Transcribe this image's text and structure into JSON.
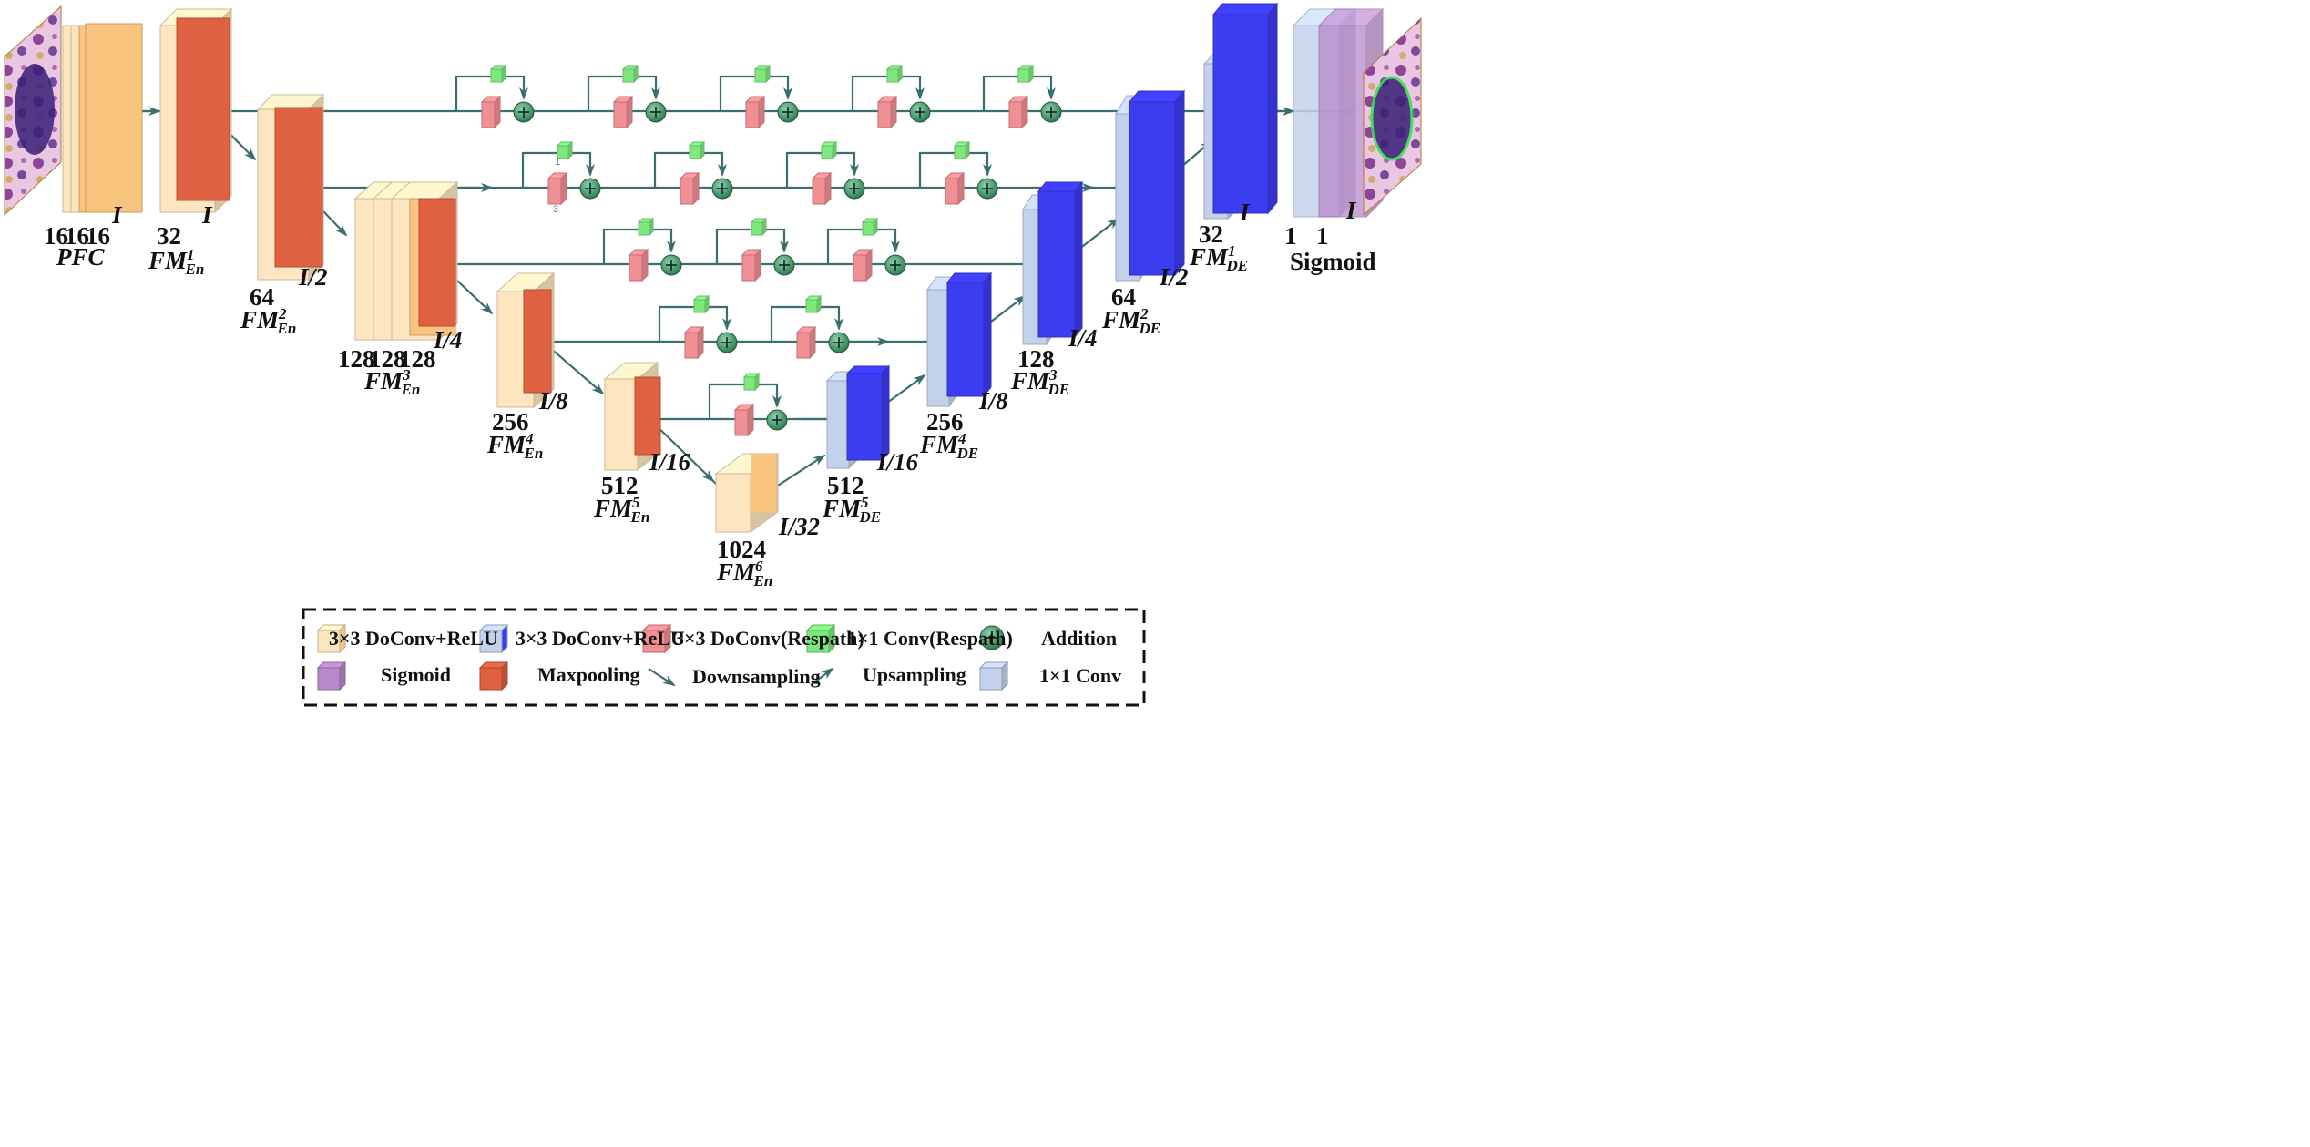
{
  "encoder": [
    {
      "channels": [
        "16",
        "16",
        "16"
      ],
      "fm": "PFC",
      "size": "I"
    },
    {
      "channels": [
        "32"
      ],
      "fm": "FM",
      "sup": "1",
      "sub": "En",
      "size": "I"
    },
    {
      "channels": [
        "64"
      ],
      "fm": "FM",
      "sup": "2",
      "sub": "En",
      "size": "I/2"
    },
    {
      "channels": [
        "128",
        "128",
        "128"
      ],
      "fm": "FM",
      "sup": "3",
      "sub": "En",
      "size": "I/4"
    },
    {
      "channels": [
        "256"
      ],
      "fm": "FM",
      "sup": "4",
      "sub": "En",
      "size": "I/8"
    },
    {
      "channels": [
        "512"
      ],
      "fm": "FM",
      "sup": "5",
      "sub": "En",
      "size": "I/16"
    },
    {
      "channels": [
        "1024"
      ],
      "fm": "FM",
      "sup": "6",
      "sub": "En",
      "size": "I/32"
    }
  ],
  "decoder": [
    {
      "channels": [
        "512"
      ],
      "fm": "FM",
      "sup": "5",
      "sub": "DE",
      "size": "I/16"
    },
    {
      "channels": [
        "256"
      ],
      "fm": "FM",
      "sup": "4",
      "sub": "DE",
      "size": "I/8"
    },
    {
      "channels": [
        "128"
      ],
      "fm": "FM",
      "sup": "3",
      "sub": "DE",
      "size": "I/4"
    },
    {
      "channels": [
        "64"
      ],
      "fm": "FM",
      "sup": "2",
      "sub": "DE",
      "size": "I/2"
    },
    {
      "channels": [
        "32"
      ],
      "fm": "FM",
      "sup": "1",
      "sub": "DE",
      "size": "I"
    }
  ],
  "output": {
    "channels": [
      "1",
      "1"
    ],
    "size": "I",
    "label": "Sigmoid"
  },
  "respath_marks": {
    "top": "1",
    "bottom": "3"
  },
  "legend": [
    {
      "icon": "encoder-block",
      "label": "3×3 DoConv+ReLU"
    },
    {
      "icon": "decoder-block",
      "label": "3×3 DoConv+ReLU"
    },
    {
      "icon": "respath-conv",
      "label": "3×3 DoConv(Respath)"
    },
    {
      "icon": "respath-1x1",
      "label": "1×1 Conv(Respath)"
    },
    {
      "icon": "addition",
      "label": "Addition"
    },
    {
      "icon": "sigmoid",
      "label": "Sigmoid"
    },
    {
      "icon": "maxpooling",
      "label": "Maxpooling"
    },
    {
      "icon": "downsampling",
      "label": "Downsampling"
    },
    {
      "icon": "upsampling",
      "label": "Upsampling"
    },
    {
      "icon": "conv-1x1",
      "label": "1×1 Conv"
    }
  ],
  "colors": {
    "encoder_light": "#fde6bf",
    "encoder_mid": "#f9c47e",
    "maxpool": "#de6142",
    "decoder_light": "#c3d2ea",
    "decoder_blue": "#3c3cf0",
    "respath_conv": "#f08f94",
    "respath_1x1": "#7ee87e",
    "addition": "#3d9b6a",
    "sigmoid": "#b889c9",
    "connector": "#3b6e6e"
  }
}
